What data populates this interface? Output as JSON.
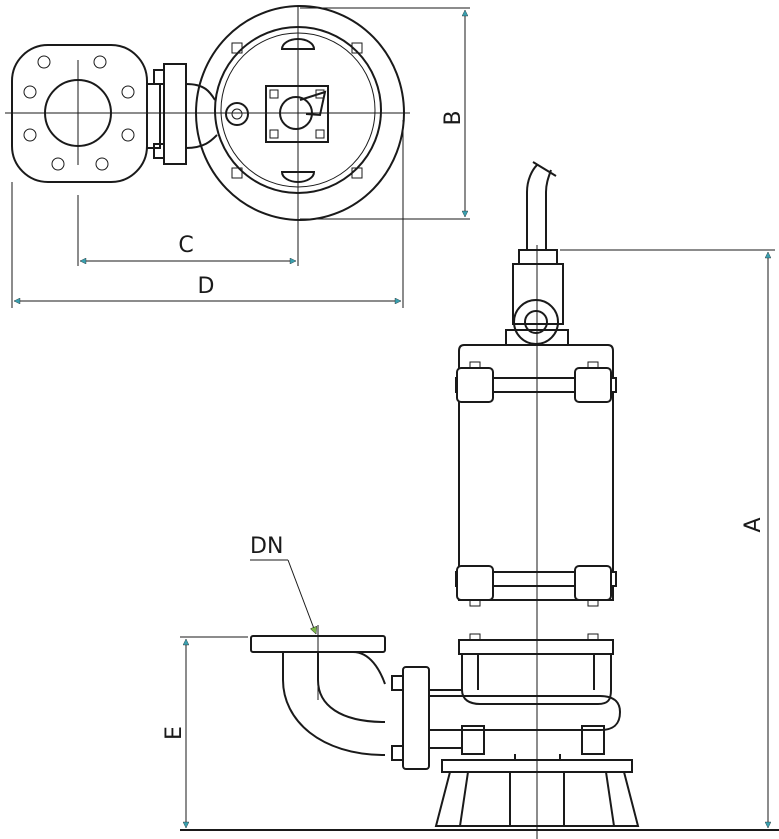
{
  "labels": {
    "A": "A",
    "B": "B",
    "C": "C",
    "D": "D",
    "E": "E",
    "DN": "DN"
  },
  "colors": {
    "line": "#1a1a1a",
    "arrow": "#3aa0b0",
    "dn_arrow": "#7ab648"
  }
}
